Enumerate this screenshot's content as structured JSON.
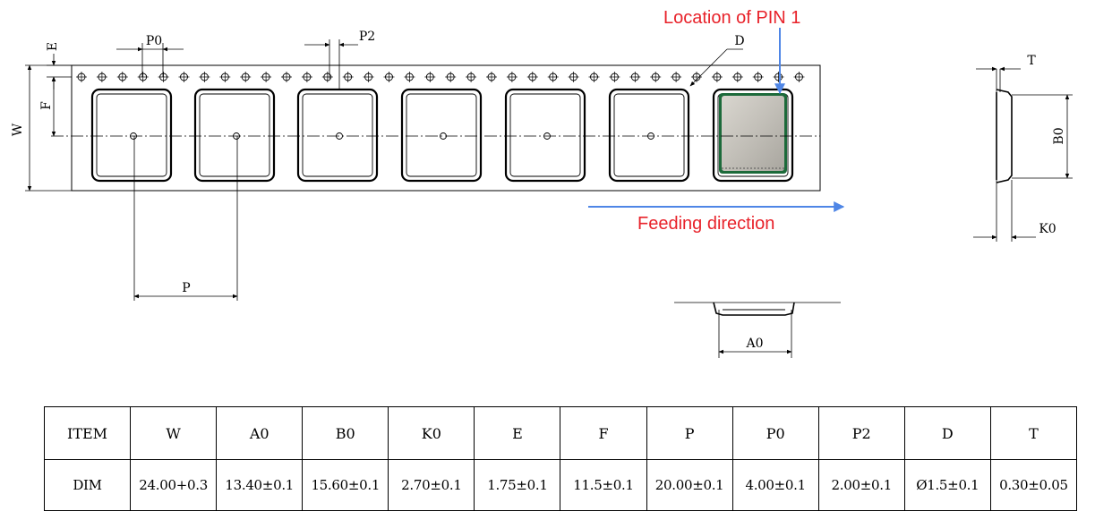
{
  "annotations": {
    "pin1": "Location of PIN 1",
    "feeding": "Feeding direction",
    "accent_red": "#e8222a",
    "arrow_blue": "#4f86e6"
  },
  "dimension_labels": {
    "E": "E",
    "P0": "P0",
    "P2": "P2",
    "D": "D",
    "W": "W",
    "F": "F",
    "P": "P",
    "A0": "A0",
    "T": "T",
    "B0": "B0",
    "K0": "K0"
  },
  "table": {
    "headers": [
      "ITEM",
      "W",
      "A0",
      "B0",
      "K0",
      "E",
      "F",
      "P",
      "P0",
      "P2",
      "D",
      "T"
    ],
    "values": [
      "DIM",
      "24.00+0.3",
      "13.40±0.1",
      "15.60±0.1",
      "2.70±0.1",
      "1.75±0.1",
      "11.5±0.1",
      "20.00±0.1",
      "4.00±0.1",
      "2.00±0.1",
      "Ø1.5±0.1",
      "0.30±0.05"
    ]
  }
}
